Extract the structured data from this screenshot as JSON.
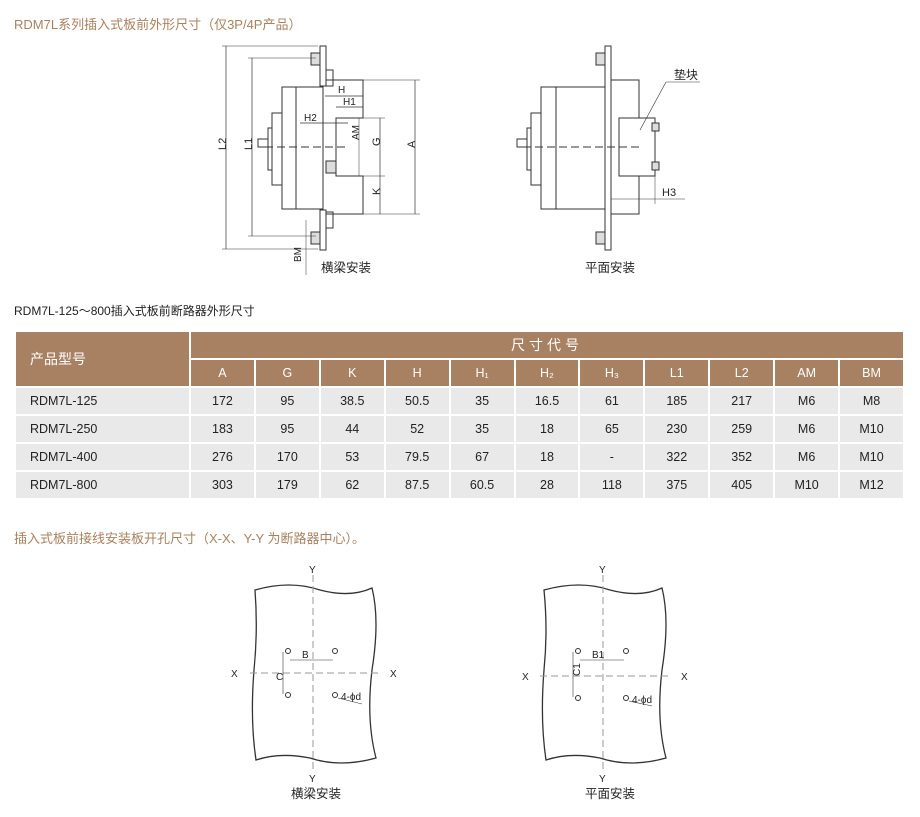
{
  "section1_title": "RDM7L系列插入式板前外形尺寸（仅3P/4P产品）",
  "drawing_top_left": {
    "caption": "横梁安装",
    "labels": {
      "L2": "L2",
      "L1": "L1",
      "H": "H",
      "H1": "H1",
      "H2": "H2",
      "AM": "AM",
      "G": "G",
      "A": "A",
      "K": "K",
      "BM": "BM"
    }
  },
  "drawing_top_right": {
    "caption": "平面安装",
    "labels": {
      "pad": "垫块",
      "H3": "H3"
    }
  },
  "table_title": "RDM7L-125～800插入式板前断路器外形尺寸",
  "table": {
    "model_header": "产品型号",
    "group_header": "尺寸代号",
    "columns": [
      "A",
      "G",
      "K",
      "H",
      "H₁",
      "H₂",
      "H₃",
      "L1",
      "L2",
      "AM",
      "BM"
    ],
    "rows": [
      {
        "model": "RDM7L-125",
        "values": [
          "172",
          "95",
          "38.5",
          "50.5",
          "35",
          "16.5",
          "61",
          "185",
          "217",
          "M6",
          "M8"
        ]
      },
      {
        "model": "RDM7L-250",
        "values": [
          "183",
          "95",
          "44",
          "52",
          "35",
          "18",
          "65",
          "230",
          "259",
          "M6",
          "M10"
        ]
      },
      {
        "model": "RDM7L-400",
        "values": [
          "276",
          "170",
          "53",
          "79.5",
          "67",
          "18",
          "-",
          "322",
          "352",
          "M6",
          "M10"
        ]
      },
      {
        "model": "RDM7L-800",
        "values": [
          "303",
          "179",
          "62",
          "87.5",
          "60.5",
          "28",
          "118",
          "375",
          "405",
          "M10",
          "M12"
        ]
      }
    ]
  },
  "section2_title": "插入式板前接线安装板开孔尺寸（X-X、Y-Y 为断路器中心）。",
  "drawing_bottom_left": {
    "caption": "横梁安装",
    "x": "X",
    "y": "Y",
    "b": "B",
    "c": "C",
    "hole": "4-ϕd"
  },
  "drawing_bottom_right": {
    "caption": "平面安装",
    "x": "X",
    "y": "Y",
    "b": "B1",
    "c": "C1",
    "hole": "4-ϕd"
  },
  "colors": {
    "accent": "#a88162",
    "title": "#a8825f",
    "cell": "#e9e9ea"
  }
}
